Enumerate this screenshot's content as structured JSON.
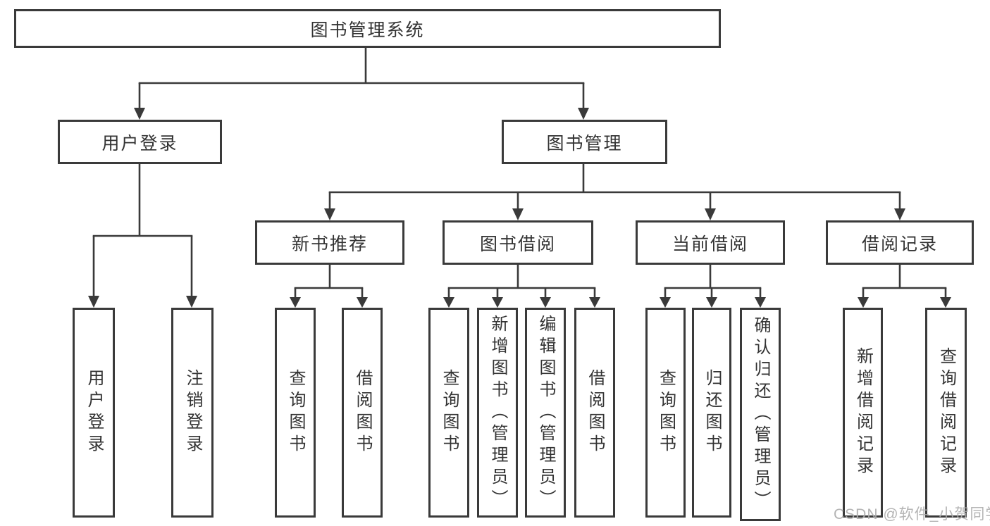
{
  "diagram_title": "图书管理系统",
  "colors": {
    "line": "#3a3a3a",
    "text": "#333333",
    "background": "#ffffff",
    "watermark": "#aeaeae"
  },
  "watermark": {
    "text": "CSDN @软件_小贺同学"
  },
  "tree": {
    "root": {
      "label": "图书管理系统"
    },
    "branches": [
      {
        "label": "用户登录",
        "children": [
          {
            "label": "用户登录"
          },
          {
            "label": "注销登录"
          }
        ]
      },
      {
        "label": "图书管理",
        "children": [
          {
            "label": "新书推荐",
            "children": [
              {
                "label": "查询图书"
              },
              {
                "label": "借阅图书"
              }
            ]
          },
          {
            "label": "图书借阅",
            "children": [
              {
                "label": "查询图书"
              },
              {
                "label": "新增图书（管理员）"
              },
              {
                "label": "编辑图书（管理员）"
              },
              {
                "label": "借阅图书"
              }
            ]
          },
          {
            "label": "当前借阅",
            "children": [
              {
                "label": "查询图书"
              },
              {
                "label": "归还图书"
              },
              {
                "label": "确认归还（管理员）"
              }
            ]
          },
          {
            "label": "借阅记录",
            "children": [
              {
                "label": "新增借阅记录"
              },
              {
                "label": "查询借阅记录"
              }
            ]
          }
        ]
      }
    ]
  }
}
